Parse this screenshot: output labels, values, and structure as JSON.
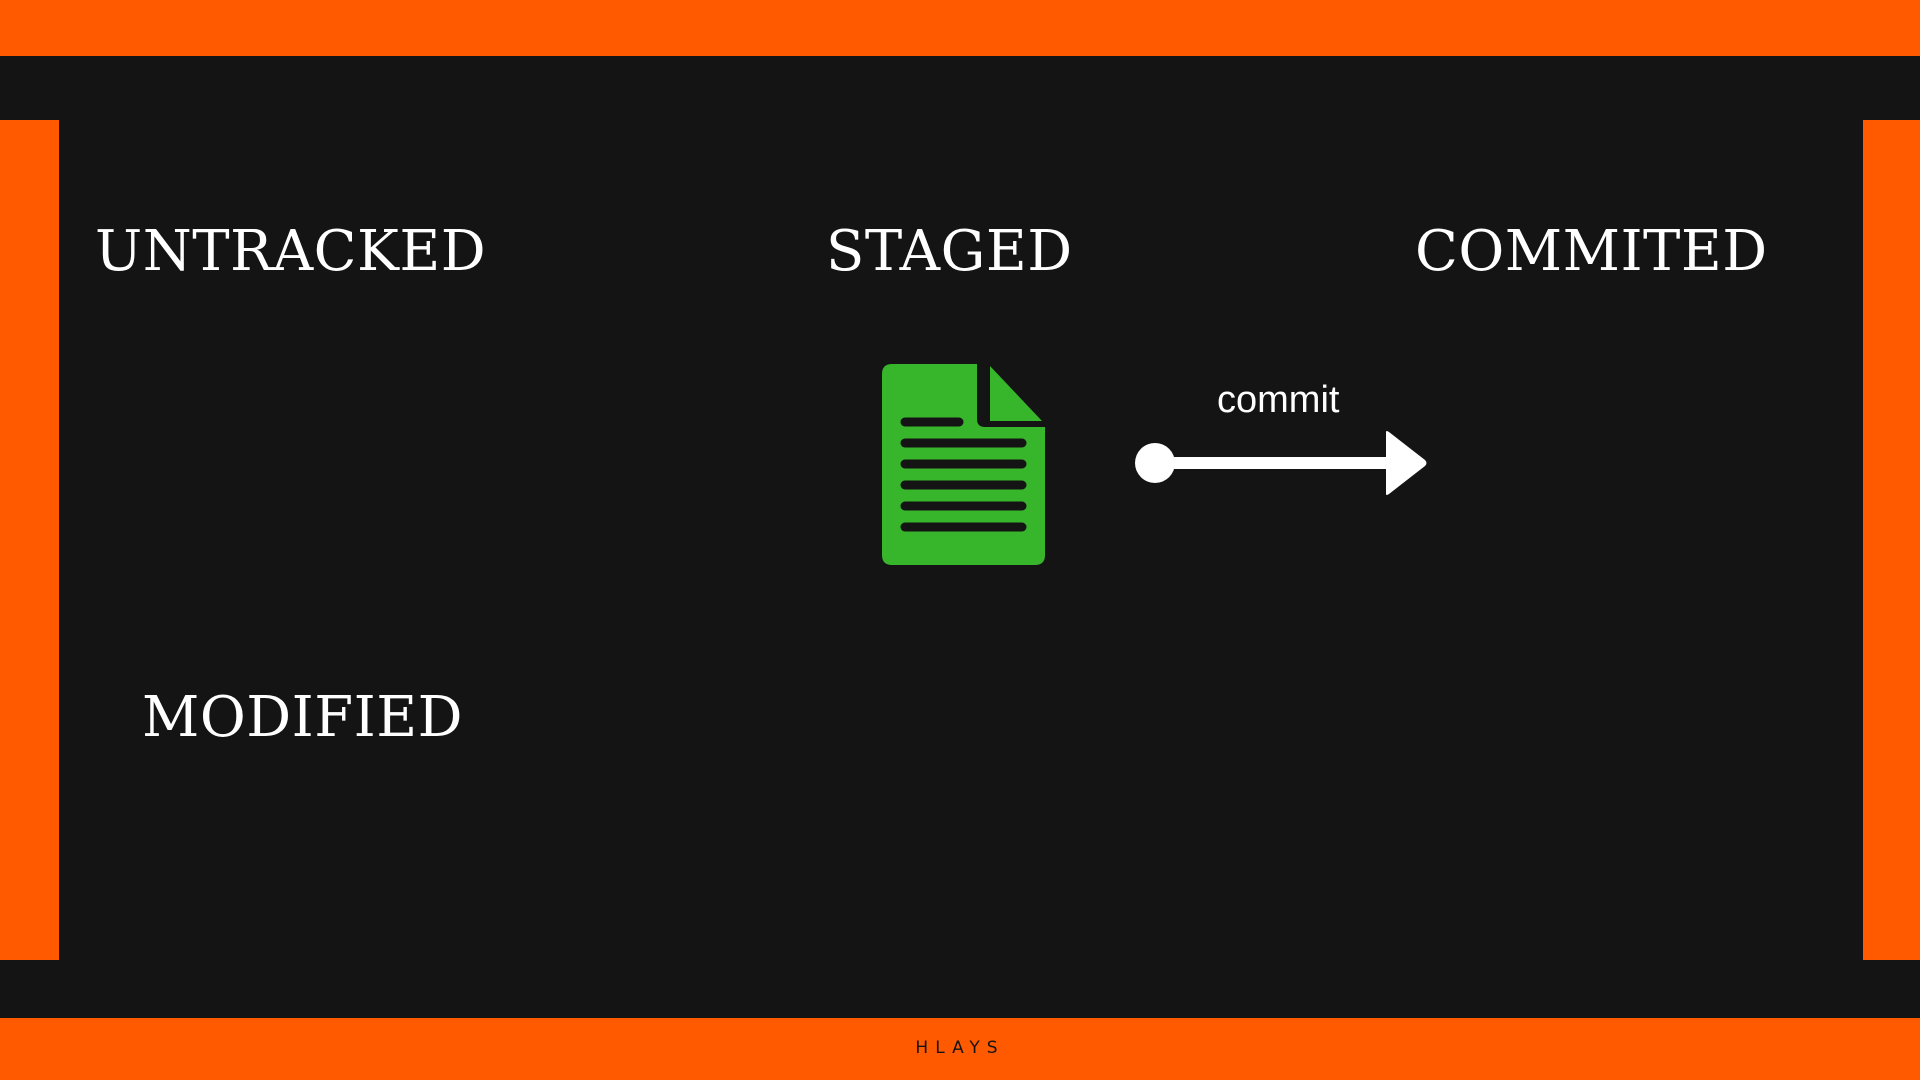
{
  "states": {
    "untracked": "UNTRACKED",
    "staged": "STAGED",
    "commited": "COMMITED",
    "modified": "MODIFIED"
  },
  "transition": {
    "label": "commit",
    "from": "STAGED",
    "to": "COMMITED"
  },
  "icons": {
    "staged_file": "document-icon",
    "transition_arrow": "arrow-right-icon"
  },
  "footer": {
    "brand": "HLAYS"
  },
  "colors": {
    "background": "#141414",
    "frame": "#ff5a00",
    "text": "#ffffff",
    "file_icon": "#37b52b",
    "file_lines": "#141414"
  }
}
